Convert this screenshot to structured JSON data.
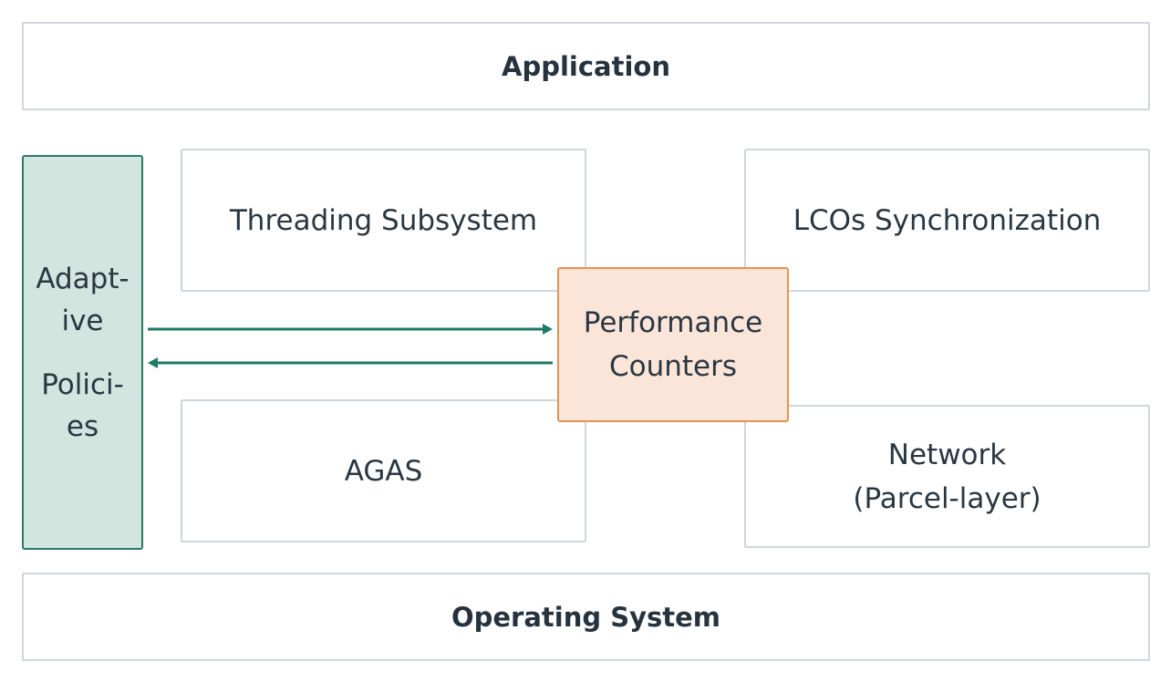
{
  "application": {
    "label": "Application"
  },
  "operating_system": {
    "label": "Operating System"
  },
  "adaptive_policies": {
    "line1": "Adapt-",
    "line2": "ive",
    "line3": "Polici-",
    "line4": "es"
  },
  "threading": {
    "label": "Threading Subsystem"
  },
  "lcos": {
    "label": "LCOs Synchronization"
  },
  "agas": {
    "label": "AGAS"
  },
  "network": {
    "line1": "Network",
    "line2": "(Parcel-layer)"
  },
  "performance_counters": {
    "line1": "Performance",
    "line2": "Counters"
  },
  "colors": {
    "box_border": "#cfd6dd",
    "adaptive_fill": "#d2e5df",
    "adaptive_border": "#2a7a68",
    "perf_fill": "#fae5d8",
    "perf_border": "#e39452",
    "arrow": "#1f7a66",
    "text": "#2a3742"
  }
}
